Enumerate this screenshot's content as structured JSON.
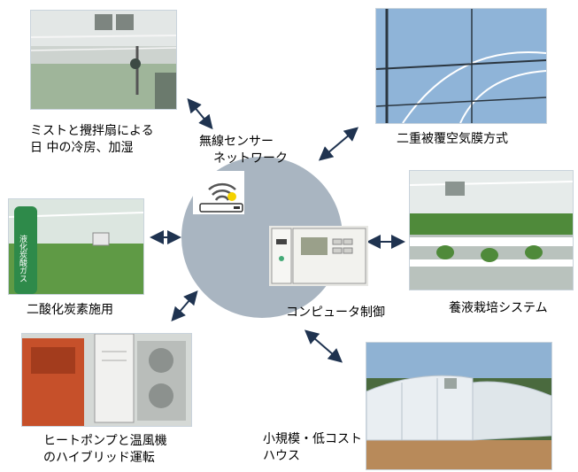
{
  "center": {
    "wireless_label_line1": "無線センサー",
    "wireless_label_line2": "ネットワーク",
    "computer_label": "コンピュータ制御",
    "circle_color": "#a9b5c1"
  },
  "labels": {
    "mist_line1": "ミストと攪拌扇による",
    "mist_line2": "日 中の冷房、加湿",
    "double_film": "二重被覆空気膜方式",
    "co2": "二酸化炭素施用",
    "hydroponics": "養液栽培システム",
    "heatpump_line1": "ヒートポンプと温風機",
    "heatpump_line2": "のハイブリッド運転",
    "house_line1": "小規模・低コスト",
    "house_line2": "ハウス"
  },
  "photo_content": {
    "co2_cylinder_text": "液化炭酸ガス"
  },
  "colors": {
    "arrow": "#1f3350",
    "sky": "#8fb4d8",
    "plant_green": "#4f8a3a",
    "heater_orange": "#c6502a"
  }
}
